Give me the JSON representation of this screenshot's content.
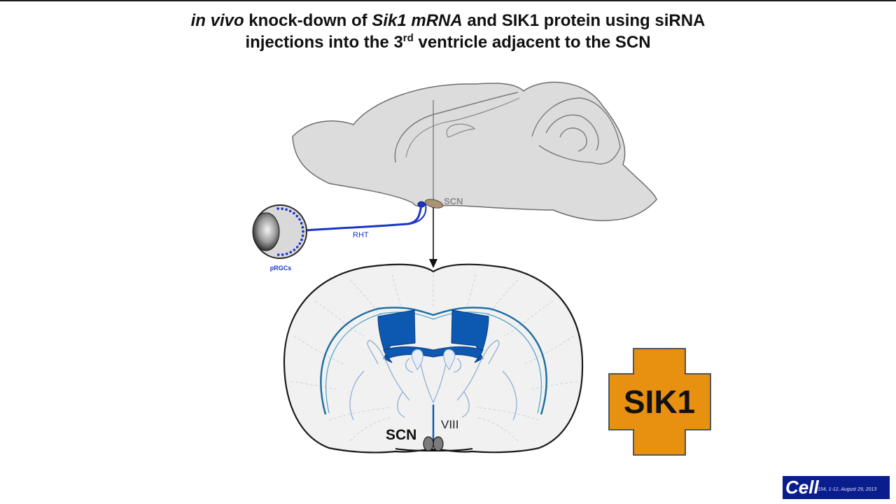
{
  "title": {
    "line1_part1": "in vivo",
    "line1_part2": " knock-down of ",
    "line1_part3": "Sik1 mRNA",
    "line1_part4": " and SIK1 protein using siRNA",
    "line2_part1": "injections into the 3",
    "line2_sup": "rd",
    "line2_part2": " ventricle adjacent to the SCN"
  },
  "labels": {
    "scn_sagittal": "SCN",
    "rht": "RHT",
    "prgcs": "pRGCs",
    "scn_coronal": "SCN",
    "viii": "VIII"
  },
  "sik1_cross": "SIK1",
  "journal": {
    "name": "Cell",
    "citation": "154, 1-12, August 29, 2013"
  },
  "colors": {
    "sik1_fill": "#e8900f",
    "ventricle_blue": "#0d58b0",
    "rht_blue": "#1a35c8",
    "brain_gray": "#dcdcdc",
    "cell_badge": "#0a1d8c"
  }
}
